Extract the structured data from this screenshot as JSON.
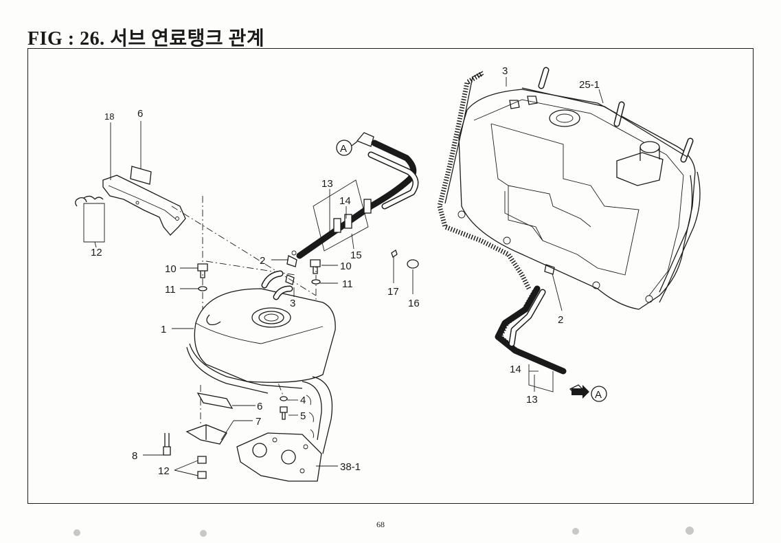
{
  "page": {
    "title": "FIG : 26.  서브 연료탱크 관계",
    "page_number": "68"
  },
  "callouts": {
    "c18": "18",
    "c6_top": "6",
    "c12_left": "12",
    "c10_left": "10",
    "c11_left": "11",
    "c1": "1",
    "c2_mid": "2",
    "c3_mid": "3",
    "c13_mid": "13",
    "c14_mid": "14",
    "c15": "15",
    "c10_right": "10",
    "c11_right": "11",
    "c17": "17",
    "c16": "16",
    "c4": "4",
    "c5": "5",
    "c6_bot": "6",
    "c7": "7",
    "c8": "8",
    "c12_bot": "12",
    "c38_1": "38-1",
    "c3_right": "3",
    "c25_1": "25-1",
    "c2_right": "2",
    "c14_right": "14",
    "c13_right": "13",
    "ref_a_top": "A",
    "ref_a_right": "A"
  }
}
